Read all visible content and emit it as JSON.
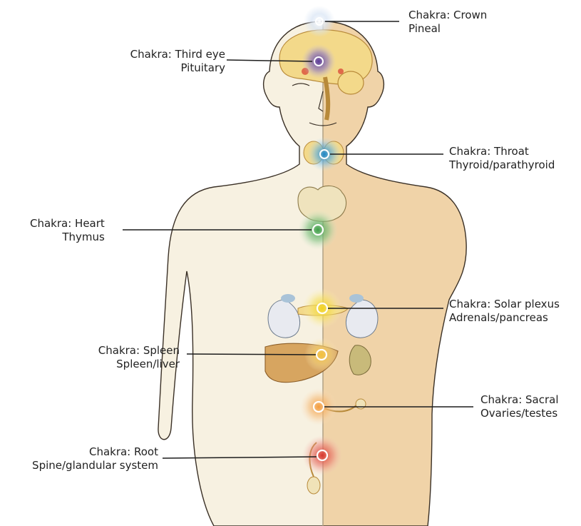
{
  "colors": {
    "background": "#ffffff",
    "skin_light": "#f7f1e1",
    "skin_tan": "#f0d3a8",
    "outline": "#3a3026",
    "leader_line": "#1d1d1d",
    "label_text": "#222222",
    "organ_yellow": "#f3d98a",
    "organ_brown": "#d7a560",
    "kidney": "#e8eaf0",
    "kidney_blue": "#a9c3d8",
    "crown": "#d8e4f4",
    "third_eye": "#5b3b9a",
    "throat": "#1c86c8",
    "heart": "#3f9e4a",
    "solar_plexus": "#f1d21f",
    "spleen": "#f3c03a",
    "sacral": "#f39b3c",
    "root": "#d8352c"
  },
  "chakras": [
    {
      "id": "crown",
      "chakra_text": "Chakra: Crown",
      "gland_text": "Pineal",
      "icon": "crown-chakra-icon"
    },
    {
      "id": "third-eye",
      "chakra_text": "Chakra: Third eye",
      "gland_text": "Pituitary",
      "icon": "third-eye-chakra-icon"
    },
    {
      "id": "throat",
      "chakra_text": "Chakra: Throat",
      "gland_text": "Thyroid/parathyroid",
      "icon": "throat-chakra-icon"
    },
    {
      "id": "heart",
      "chakra_text": "Chakra: Heart",
      "gland_text": "Thymus",
      "icon": "heart-chakra-icon"
    },
    {
      "id": "solar-plexus",
      "chakra_text": "Chakra: Solar plexus",
      "gland_text": "Adrenals/pancreas",
      "icon": "solar-plexus-chakra-icon"
    },
    {
      "id": "spleen",
      "chakra_text": "Chakra: Spleen",
      "gland_text": "Spleen/liver",
      "icon": "spleen-chakra-icon"
    },
    {
      "id": "sacral",
      "chakra_text": "Chakra: Sacral",
      "gland_text": "Ovaries/testes",
      "icon": "sacral-chakra-icon"
    },
    {
      "id": "root",
      "chakra_text": "Chakra: Root",
      "gland_text": "Spine/glandular system",
      "icon": "root-chakra-icon"
    }
  ]
}
